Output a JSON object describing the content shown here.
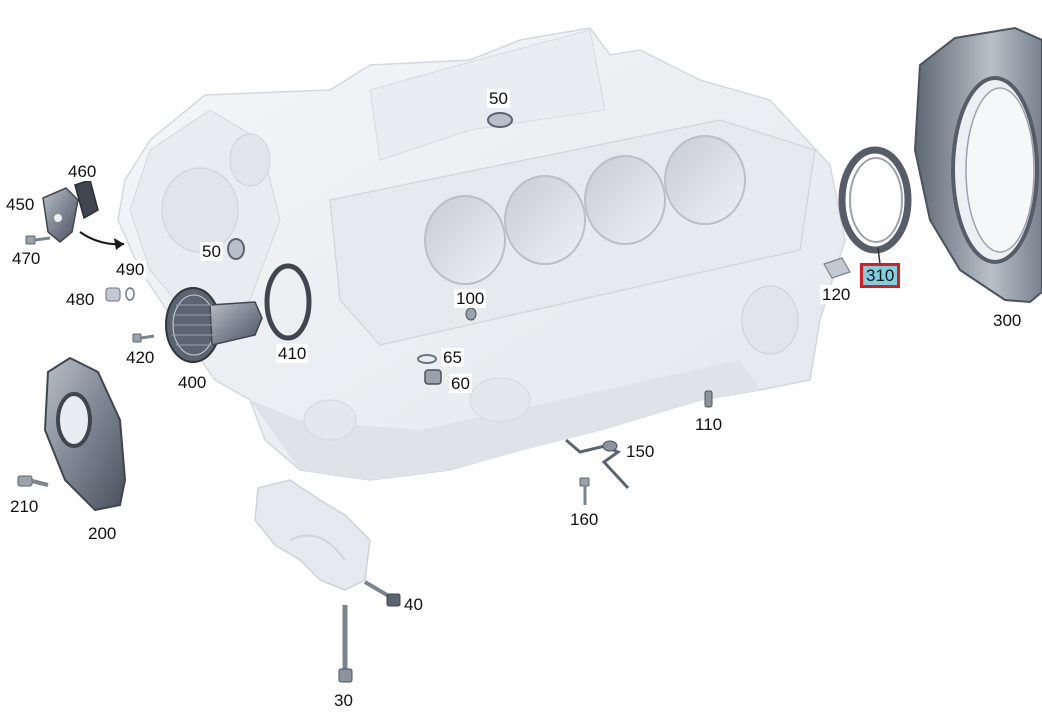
{
  "labels": {
    "p30": "30",
    "p40": "40",
    "p50a": "50",
    "p50b": "50",
    "p60": "60",
    "p65": "65",
    "p100": "100",
    "p110": "110",
    "p120": "120",
    "p150": "150",
    "p160": "160",
    "p200": "200",
    "p210": "210",
    "p300": "300",
    "p310": "310",
    "p400": "400",
    "p410": "410",
    "p420": "420",
    "p450": "450",
    "p460": "460",
    "p470": "470",
    "p480": "480",
    "p490": "490"
  },
  "selected_part": "310",
  "colors": {
    "block": "#eef0f3",
    "block_edge": "#d4d9df",
    "block_shadow": "#dfe3e8",
    "part_dark": "#5b6470",
    "part_mid": "#8a939e",
    "highlight_fill": "#7ecfe0",
    "highlight_border": "#e0191e"
  }
}
